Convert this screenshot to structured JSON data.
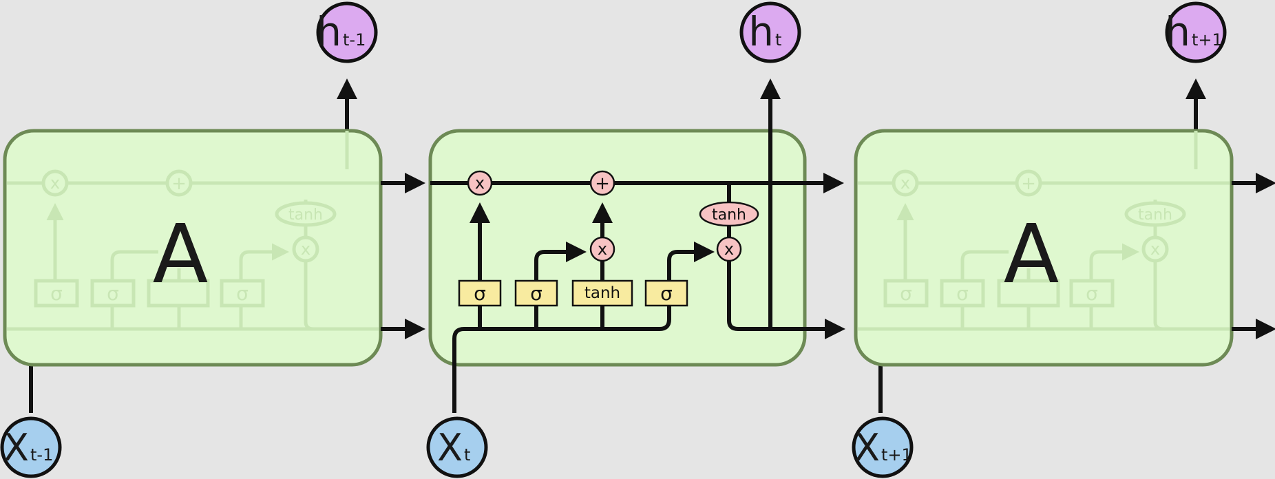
{
  "cells": [
    {
      "label": "A",
      "input": {
        "main": "X",
        "sub": "t-1"
      },
      "output": {
        "main": "h",
        "sub": "t-1"
      }
    },
    {
      "label": "",
      "input": {
        "main": "X",
        "sub": "t"
      },
      "output": {
        "main": "h",
        "sub": "t"
      }
    },
    {
      "label": "A",
      "input": {
        "main": "X",
        "sub": "t+1"
      },
      "output": {
        "main": "h",
        "sub": "t+1"
      }
    }
  ],
  "gates": {
    "sigma": "σ",
    "tanh": "tanh",
    "times": "x",
    "plus": "+"
  },
  "colors": {
    "background": "#e5e5e5",
    "cell_fill": "#dff8cf",
    "cell_stroke": "#6d8a55",
    "gate_fill": "#f8eba0",
    "op_fill": "#f7c3c3",
    "output_node": "#dcaaf0",
    "input_node": "#a6cfee",
    "line": "#111111",
    "faded": "#c8e6b4"
  }
}
